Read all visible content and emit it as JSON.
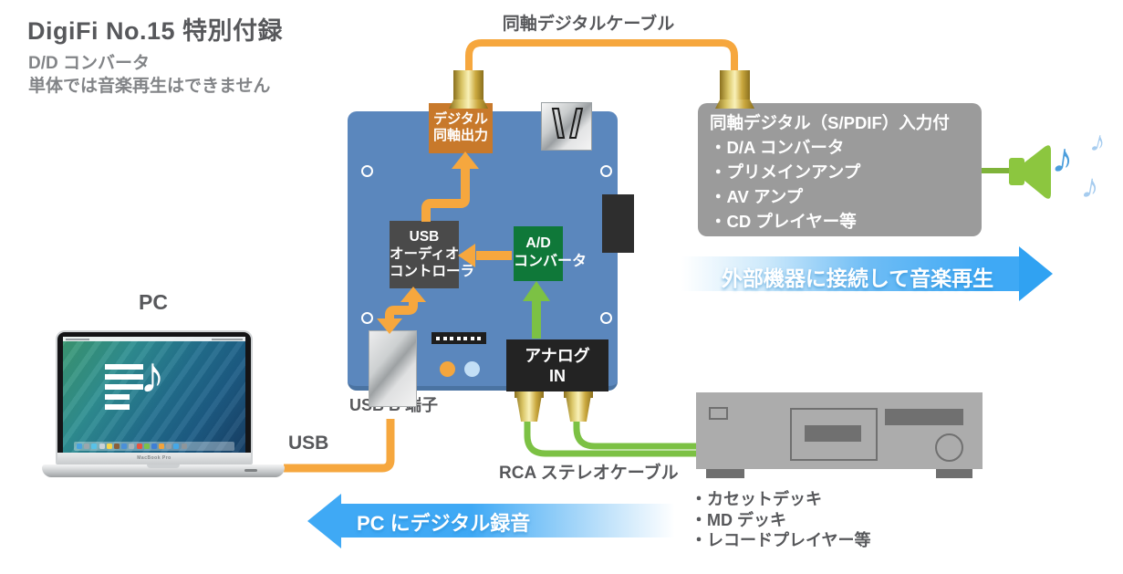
{
  "header": {
    "title": "DigiFi No.15 特別付録",
    "subtitle_line1": "D/D コンバータ",
    "subtitle_line2": "単体では音楽再生はできません"
  },
  "labels": {
    "coax_cable": "同軸デジタルケーブル",
    "pc": "PC",
    "usb": "USB",
    "usb_b_port": "USB B 端子",
    "rca_cable": "RCA ステレオケーブル",
    "macbook_model": "MacBook Pro"
  },
  "board": {
    "digital_out": [
      "デジタル",
      "同軸出力"
    ],
    "usb_controller": [
      "USB",
      "オーディオ",
      "コントローラ"
    ],
    "ad_converter": [
      "A/D",
      "コンバータ"
    ],
    "analog_in": [
      "アナログ",
      "IN"
    ]
  },
  "external_devices": {
    "title": "同軸デジタル（S/PDIF）入力付",
    "items": [
      "・D/A コンバータ",
      "・プリメインアンプ",
      "・AV アンプ",
      "・CD プレイヤー等"
    ]
  },
  "banners": {
    "playback": "外部機器に接続して音楽再生",
    "record": "PC にデジタル録音"
  },
  "analog_sources": {
    "items": [
      "・カセットデッキ",
      "・MD デッキ",
      "・レコードプレイヤー等"
    ]
  },
  "music_note_glyph": "♪",
  "colors": {
    "board_blue": "#5B87BD",
    "arrow_orange": "#F6A73E",
    "digital_out_orange": "#C8792B",
    "adc_green": "#0F7839",
    "cable_green": "#7CC144",
    "speaker_green": "#8CC63F",
    "banner_blue": "#3FA9F5",
    "panel_gray": "#9B9B9B",
    "deck_gray": "#ACACAC",
    "text_gray": "#57585B"
  }
}
